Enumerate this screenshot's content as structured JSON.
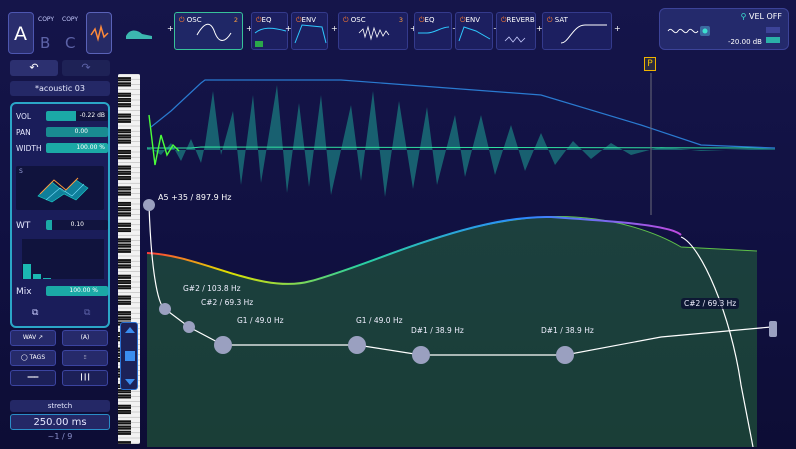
{
  "left": {
    "slot_a": "A",
    "slot_b": "B",
    "slot_c": "C",
    "copy1": "COPY",
    "copy2": "COPY",
    "undo_icon": "↶",
    "redo_icon": "↷",
    "preset_name": "*acoustic 03",
    "params": [
      {
        "label": "VOL",
        "value": "-0.22 dB",
        "fill": 0.48
      },
      {
        "label": "PAN",
        "value": "0.00",
        "fill": 0.5
      },
      {
        "label": "WIDTH",
        "value": "100.00 %",
        "fill": 1.0
      }
    ],
    "wt_label": "WT",
    "wt_value": "0.10",
    "wt_fill": 0.1,
    "wt_s": "S",
    "mix_label": "Mix",
    "mix_value": "100.00 %",
    "mix_fill": 1.0,
    "bars": [
      0.38,
      0.12,
      0.03,
      0.0,
      0.0,
      0.0,
      0.0,
      0.0
    ],
    "tags_label": "TAGS",
    "wav_label": "WAV",
    "stretch_label": "stretch",
    "stretch_value": "250.00 ms",
    "pager": "~1 / 9"
  },
  "chain": [
    {
      "name": "OSC",
      "num": "2",
      "active": true
    },
    {
      "name": "EQ",
      "num": "",
      "active": false
    },
    {
      "name": "ENV",
      "num": "",
      "active": false
    },
    {
      "name": "OSC",
      "num": "3",
      "active": false
    },
    {
      "name": "EQ",
      "num": "",
      "active": false
    },
    {
      "name": "ENV",
      "num": "",
      "active": false
    },
    {
      "name": "REVERB",
      "num": "",
      "active": false
    },
    {
      "name": "SAT",
      "num": "",
      "active": false
    }
  ],
  "vel": {
    "label": "VEL OFF",
    "db": "-20.00 dB"
  },
  "marker": "P",
  "note_top": "A5 +35 / 897.9 Hz",
  "notes": [
    {
      "text": "G#2 / 103.8 Hz"
    },
    {
      "text": "C#2 / 69.3 Hz"
    },
    {
      "text": "G1 / 49.0 Hz"
    },
    {
      "text": "G1 / 49.0 Hz"
    },
    {
      "text": "D#1 / 38.9 Hz"
    },
    {
      "text": "D#1 / 38.9 Hz"
    },
    {
      "text": "C#2 / 69.3 Hz"
    }
  ],
  "colors": {
    "teal": "#1ba9a6",
    "accent_green": "#37c29a",
    "marker": "#f0b400"
  }
}
